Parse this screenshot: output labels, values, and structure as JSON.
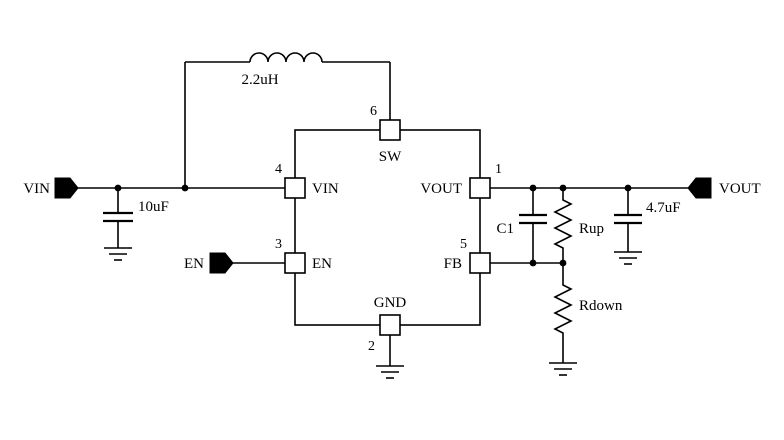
{
  "schematic": {
    "ports": {
      "vin": "VIN",
      "en": "EN",
      "vout": "VOUT"
    },
    "components": {
      "input_cap": "10uF",
      "inductor": "2.2uH",
      "c1": "C1",
      "rup": "Rup",
      "rdown": "Rdown",
      "output_cap": "4.7uF"
    },
    "ic": {
      "pin1": {
        "num": "1",
        "label": "VOUT"
      },
      "pin2": {
        "num": "2",
        "label": "GND"
      },
      "pin3": {
        "num": "3",
        "label": "EN"
      },
      "pin4": {
        "num": "4",
        "label": "VIN"
      },
      "pin5": {
        "num": "5",
        "label": "FB"
      },
      "pin6": {
        "num": "6",
        "label": "SW"
      }
    },
    "colors": {
      "wire": "#000000",
      "background": "#ffffff"
    }
  }
}
